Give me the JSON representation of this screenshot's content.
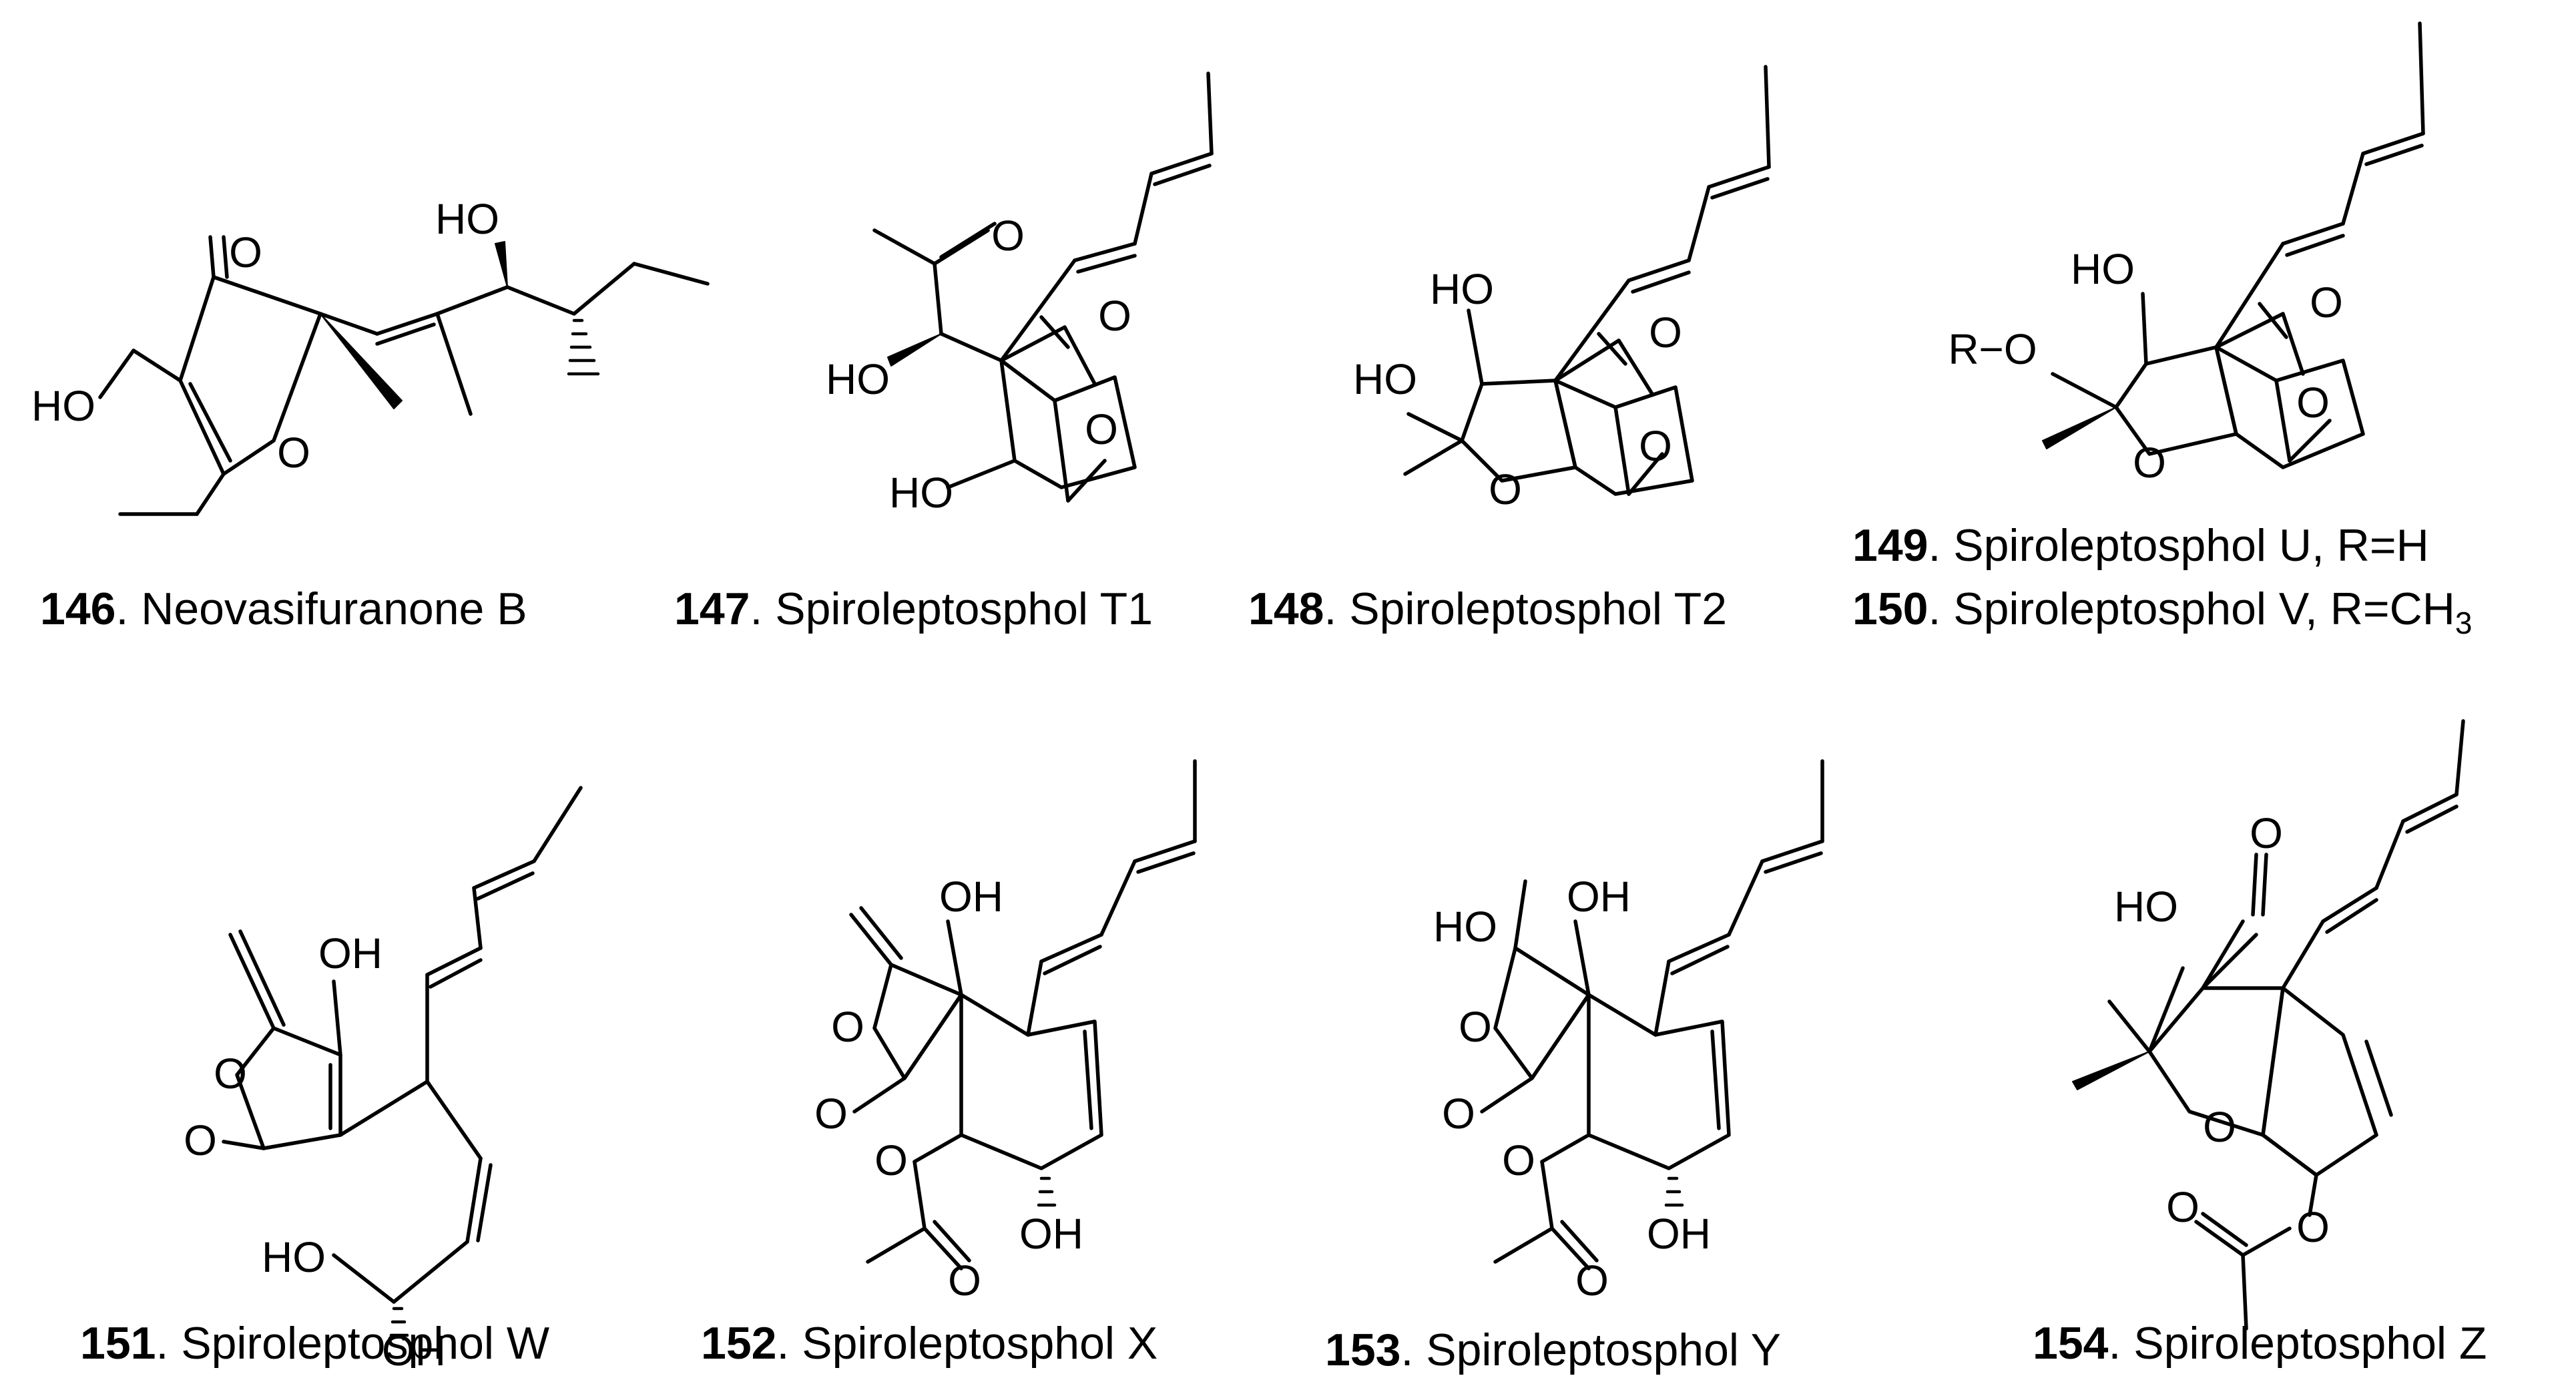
{
  "compounds": [
    {
      "number": "146",
      "name": ". Neovasifuranone B",
      "atoms": {
        "o_keto": "O",
        "ho": "HO",
        "o_ring": "O",
        "ho_top": "HO"
      }
    },
    {
      "number": "147",
      "name": ". Spiroleptosphol T1",
      "atoms": {
        "o_ketone": "O",
        "ho_mid": "HO",
        "ho_low": "HO",
        "o_lac1": "O",
        "o_lac2": "O"
      }
    },
    {
      "number": "148",
      "name": ". Spiroleptosphol T2",
      "atoms": {
        "ho_top": "HO",
        "ho_mid": "HO",
        "o_ring": "O",
        "o_lac1": "O",
        "o_lac2": "O"
      }
    },
    {
      "number": "149",
      "name": ". Spiroleptosphol U, R=H",
      "atoms": {
        "ho_top": "HO",
        "r_o": "R−O",
        "o_ring": "O",
        "o_lac1": "O",
        "o_lac2": "O"
      }
    },
    {
      "number": "150",
      "name": ". Spiroleptosphol V,  R=CH",
      "sub": "3"
    },
    {
      "number": "151",
      "name": ". Spiroleptosphol W",
      "atoms": {
        "oh_top": "OH",
        "o_ring": "O",
        "o_exo": "O",
        "ho": "HO",
        "oh_low": "OH"
      }
    },
    {
      "number": "152",
      "name": ". Spiroleptosphol X",
      "atoms": {
        "oh_top": "OH",
        "o_ring": "O",
        "o_exo": "O",
        "o_ester": "O",
        "o_ac": "O",
        "oh_low": "OH"
      }
    },
    {
      "number": "153",
      "name": ". Spiroleptosphol Y",
      "atoms": {
        "ho": "HO",
        "oh_top": "OH",
        "o_ring": "O",
        "o_exo": "O",
        "o_ester": "O",
        "o_ac": "O",
        "oh_low": "OH"
      }
    },
    {
      "number": "154",
      "name": ". Spiroleptosphol Z",
      "atoms": {
        "o_keto": "O",
        "ho": "HO",
        "o_ring": "O",
        "o_ester": "O",
        "o_ac": "O"
      }
    }
  ]
}
